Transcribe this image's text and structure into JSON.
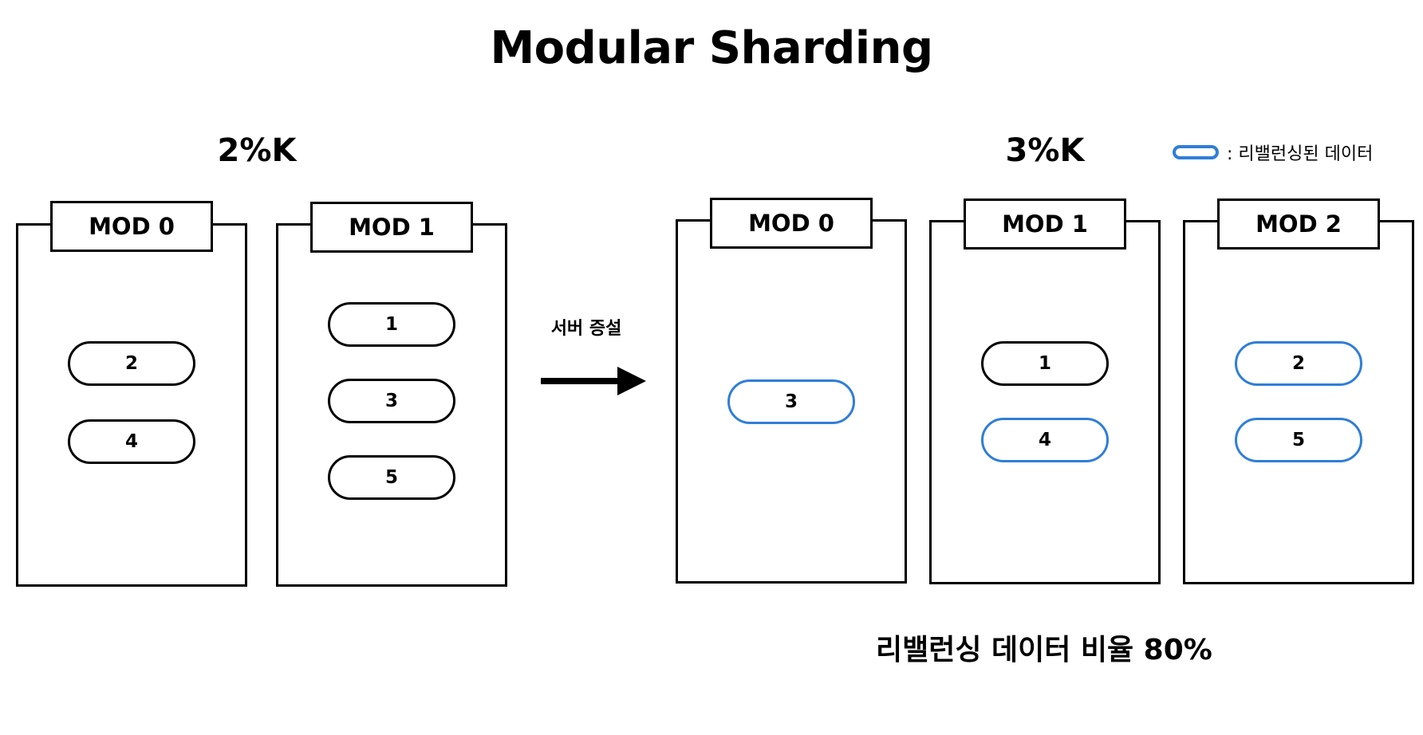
{
  "title": "Modular Sharding",
  "before": {
    "formula": "2%K",
    "servers": [
      {
        "label": "MOD 0",
        "items": [
          {
            "value": "2",
            "rebalanced": false
          },
          {
            "value": "4",
            "rebalanced": false
          }
        ]
      },
      {
        "label": "MOD 1",
        "items": [
          {
            "value": "1",
            "rebalanced": false
          },
          {
            "value": "3",
            "rebalanced": false
          },
          {
            "value": "5",
            "rebalanced": false
          }
        ]
      }
    ]
  },
  "transition": {
    "label": "서버 증설"
  },
  "after": {
    "formula": "3%K",
    "servers": [
      {
        "label": "MOD 0",
        "items": [
          {
            "value": "3",
            "rebalanced": true
          }
        ]
      },
      {
        "label": "MOD 1",
        "items": [
          {
            "value": "1",
            "rebalanced": false
          },
          {
            "value": "4",
            "rebalanced": true
          }
        ]
      },
      {
        "label": "MOD 2",
        "items": [
          {
            "value": "2",
            "rebalanced": true
          },
          {
            "value": "5",
            "rebalanced": true
          }
        ]
      }
    ]
  },
  "legend": {
    "label": ": 리밸런싱된 데이터"
  },
  "summary": {
    "text": "리밸런싱 데이터 비율 80%",
    "rebalanced_ratio_percent": 80
  },
  "colors": {
    "rebalanced": "#2f7ed8",
    "default_outline": "#000000",
    "background": "#ffffff"
  }
}
